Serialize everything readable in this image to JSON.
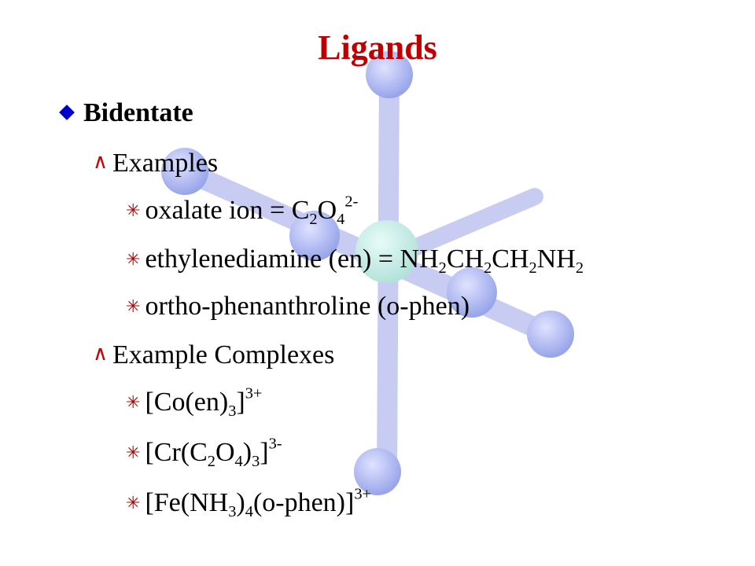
{
  "slide": {
    "title": "Ligands",
    "bullet_level1": "Bidentate",
    "sections": [
      {
        "heading": "Examples",
        "items": [
          [
            "oxalate ion = C",
            "2",
            "O",
            "4",
            "2-"
          ],
          [
            "ethylenediamine (en) = NH",
            "2",
            "CH",
            "2",
            "CH",
            "2",
            "NH",
            "2"
          ],
          [
            "ortho-phenanthroline (o-phen)"
          ]
        ]
      },
      {
        "heading": "Example Complexes",
        "items": [
          [
            "[Co(en)",
            "3",
            "]",
            "3+"
          ],
          [
            "[Cr(C",
            "2",
            "O",
            "4",
            ")",
            "3",
            "]",
            "3-"
          ],
          [
            "[Fe(NH",
            "3",
            ")",
            "4",
            "(o-phen)]",
            "3+"
          ]
        ]
      }
    ],
    "colors": {
      "title": "#c00000",
      "level1_marker": "#0000cc",
      "level2_marker": "#cc0000",
      "level3_marker": "#b00000",
      "molecule_bonds": "#c8ccf2",
      "molecule_atoms": "#a8b2ee",
      "molecule_center": "#bfe9e2"
    },
    "icons": {
      "level1": "diamond-bullet-icon",
      "level2": "caret-bullet-icon",
      "level3": "asterisk-bullet-icon",
      "background": "octahedral-molecule-graphic"
    }
  }
}
